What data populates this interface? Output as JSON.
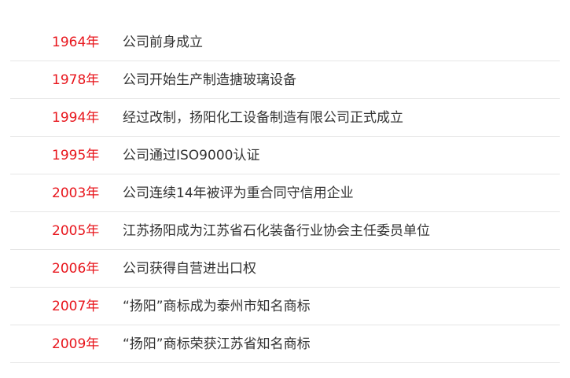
{
  "timeline": {
    "entries": [
      {
        "year": "1964年",
        "event": "公司前身成立"
      },
      {
        "year": "1978年",
        "event": "公司开始生产制造搪玻璃设备"
      },
      {
        "year": "1994年",
        "event": "经过改制，扬阳化工设备制造有限公司正式成立"
      },
      {
        "year": "1995年",
        "event": "公司通过ISO9000认证"
      },
      {
        "year": "2003年",
        "event": "公司连续14年被评为重合同守信用企业"
      },
      {
        "year": "2005年",
        "event": "江苏扬阳成为江苏省石化装备行业协会主任委员单位"
      },
      {
        "year": "2006年",
        "event": "公司获得自营进出口权"
      },
      {
        "year": "2007年",
        "event": "“扬阳”商标成为泰州市知名商标"
      },
      {
        "year": "2009年",
        "event": "“扬阳”商标荣获江苏省知名商标"
      }
    ]
  },
  "colors": {
    "year": "#e8161d",
    "text": "#333333",
    "divider": "#e6e6e6"
  }
}
